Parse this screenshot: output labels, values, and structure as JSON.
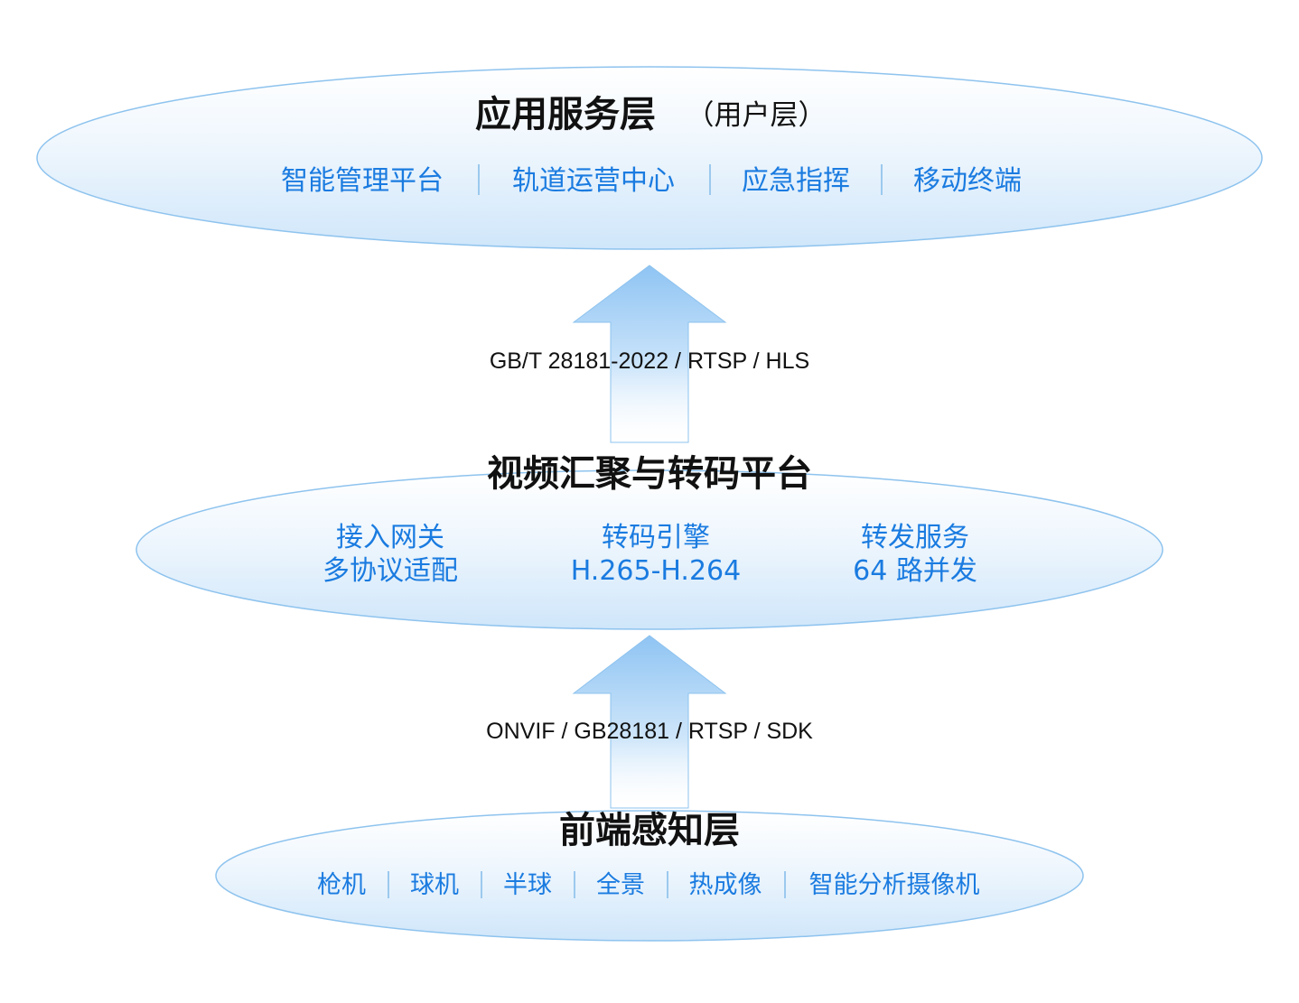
{
  "top_layer": {
    "title": "应用服务层",
    "subtitle": "（用户层）",
    "items": [
      "智能管理平台",
      "轨道运营中心",
      "应急指挥",
      "移动终端"
    ]
  },
  "upper_protocols": "GB/T 28181-2022 / RTSP / HLS",
  "middle_layer": {
    "title": "视频汇聚与转码平台",
    "modules": [
      {
        "line1": "接入网关",
        "line2": "多协议适配"
      },
      {
        "line1": "转码引擎",
        "line2": "H.265-H.264"
      },
      {
        "line1": "转发服务",
        "line2": "64 路并发"
      }
    ]
  },
  "lower_protocols": "ONVIF / GB28181 / RTSP / SDK",
  "bottom_layer": {
    "title": "前端感知层",
    "items": [
      "枪机",
      "球机",
      "半球",
      "全景",
      "热成像",
      "智能分析摄像机"
    ]
  },
  "colors": {
    "item_text": "#1a7be0",
    "title_text": "#111111",
    "ellipse_edge": "#8ec3ee",
    "arrow_fill": "#9fccf5"
  }
}
